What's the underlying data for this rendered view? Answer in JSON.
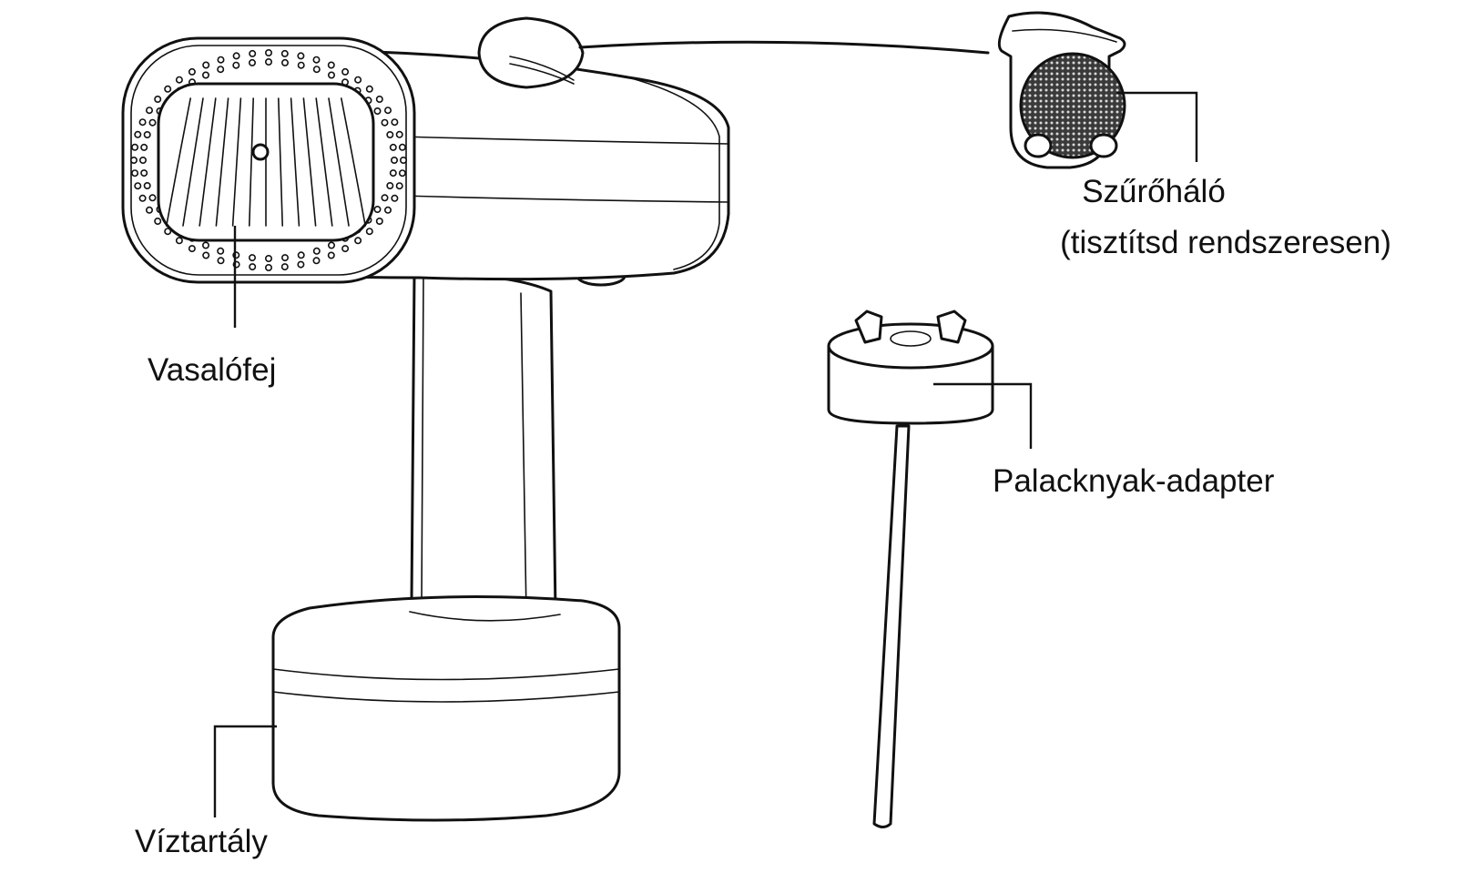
{
  "labels": {
    "iron_head": "Vasalófej",
    "water_tank": "Víztartály",
    "filter_mesh_line1": "Szűrőháló",
    "filter_mesh_line2": "(tisztítsd rendszeresen)",
    "bottle_neck_adapter": "Palacknyak-adapter"
  },
  "colors": {
    "ink": "#111111",
    "background": "#ffffff",
    "mesh": "#4a4a4a"
  }
}
